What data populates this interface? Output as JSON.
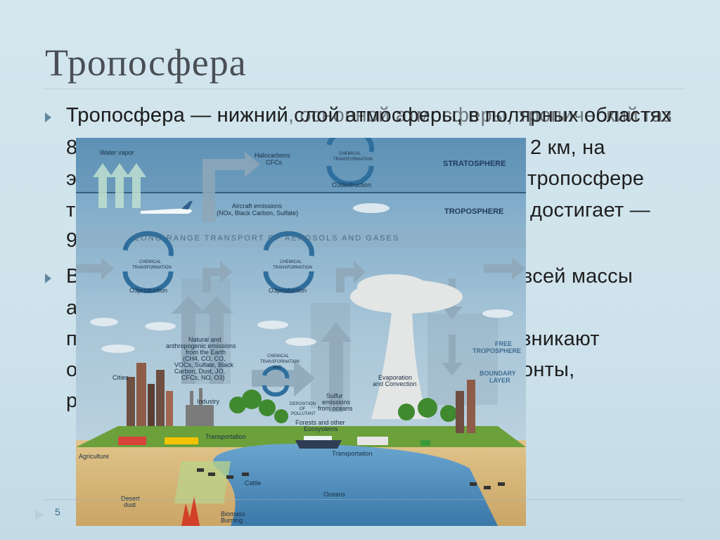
{
  "slide": {
    "title": "Тропосфера",
    "number": "5"
  },
  "bullets": {
    "first_overlap": "Тропосфера — нижний, основной атмосферы, тропический газ",
    "first_line1": "Тропосфера — нижний слой атмосферы, в полярных областях",
    "first_right": [
      "2 км, на",
      "тропосфере",
      "достигает —"
    ],
    "first_left": [
      "8",
      "э",
      "т",
      "9"
    ],
    "second_right": [
      "всей массы",
      "зникают",
      "онты,"
    ],
    "second_left": [
      "В",
      "а",
      "п",
      "о",
      "р"
    ]
  },
  "diagram": {
    "labels": {
      "water_vapor": "Water vapor",
      "halocarbons": "Halocarbons",
      "cfcs": "CFCs",
      "chem_transform_1": "CHEMICAL",
      "chem_transform_2": "TRANSFORMATION",
      "o3_destruction": "O3destruction",
      "stratosphere": "STRATOSPHERE",
      "aircraft_1": "Aircraft emissions",
      "aircraft_2": "(NOx, Black Carbon, Sulfate)",
      "troposphere": "TROPOSPHERE",
      "long_range": "LONG-RANGE TRANSPORT OF AEROSOLS AND GASES",
      "o3_production_1": "O3production",
      "o3_production_2": "O3production",
      "natural_1": "Natural and",
      "natural_2": "anthropogenic emissions",
      "natural_3": "from the Earth",
      "natural_4": "(CH4, CO, CO,",
      "natural_5": "VOCs, Sulfate, Black",
      "natural_6": "Carbon, Dust, JO,",
      "natural_7": "CFCs, NO, O3)",
      "chem_and_1": "CHEMICAL",
      "chem_and_2": "TRANSFORMATION",
      "chem_and_3": "AND",
      "deposition_1": "DEPOSITION",
      "deposition_2": "OF",
      "deposition_3": "POLLUTANT",
      "sulfur_1": "Sulfur",
      "sulfur_2": "emissions",
      "sulfur_3": "from oceans",
      "evaporation_1": "Evaporation",
      "evaporation_2": "and Convection",
      "free_1": "FREE",
      "free_2": "TROPOSPHERE",
      "boundary_1": "BOUNDARY",
      "boundary_2": "LAYER",
      "cities": "Cities",
      "industry": "Industry",
      "forests_1": "Forests and other",
      "forests_2": "Ecosystems",
      "transportation_1": "Transportation",
      "transportation_2": "Transportation",
      "agriculture": "Agriculture",
      "cattle": "Cattle",
      "oceans": "Oceans",
      "desert_1": "Desert",
      "desert_2": "dust",
      "biomass_1": "Biomass",
      "biomass_2": "Burning"
    },
    "colors": {
      "sky_top": "#6a9bbd",
      "sky_mid": "#9fc0d6",
      "arrow": "#7f9aac",
      "cycle": "#2f6f9e",
      "ocean": "#4f8fbf",
      "land": "#d7b77a",
      "grass": "#6ba03b"
    }
  }
}
